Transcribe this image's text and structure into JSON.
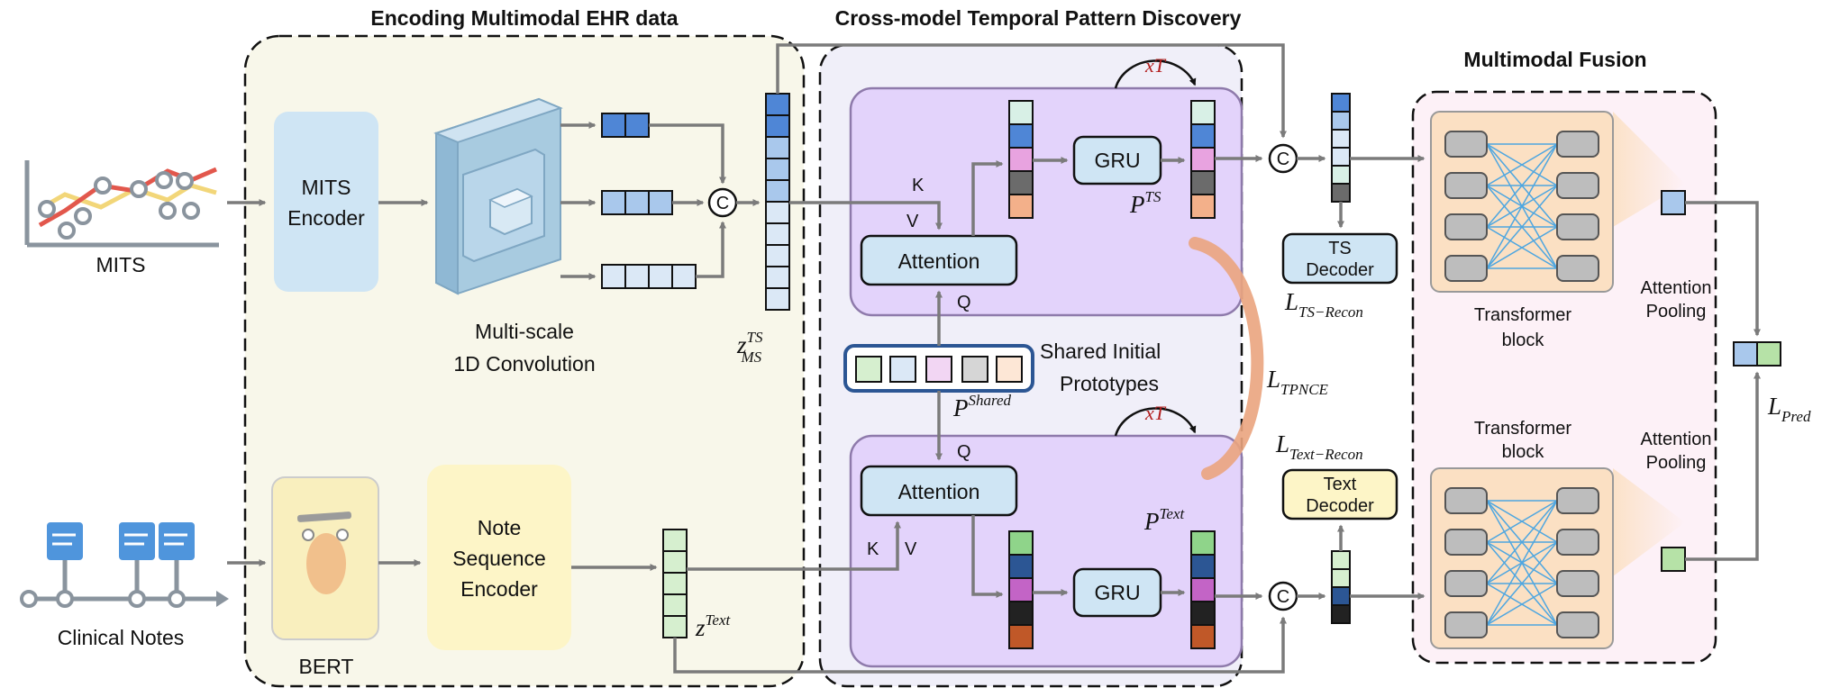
{
  "sections": {
    "encoding": "Encoding Multimodal EHR data",
    "temporal": "Cross-model Temporal Pattern Discovery",
    "fusion": "Multimodal Fusion"
  },
  "inputs": {
    "mits": "MITS",
    "notes": "Clinical Notes"
  },
  "modules": {
    "mits_encoder_l1": "MITS",
    "mits_encoder_l2": "Encoder",
    "conv_l1": "Multi-scale",
    "conv_l2": "1D Convolution",
    "bert": "BERT",
    "note_l1": "Note",
    "note_l2": "Sequence",
    "note_l3": "Encoder",
    "attention": "Attention",
    "gru": "GRU",
    "shared_l1": "Shared Initial",
    "shared_l2": "Prototypes",
    "ts_decoder_l1": "TS",
    "ts_decoder_l2": "Decoder",
    "text_decoder_l1": "Text",
    "text_decoder_l2": "Decoder",
    "transformer_l1": "Transformer",
    "transformer_l2": "block",
    "pool_l1": "Attention",
    "pool_l2": "Pooling"
  },
  "labels": {
    "K": "K",
    "V": "V",
    "Q": "Q",
    "xT": "xT",
    "concat": "C"
  },
  "math": {
    "z": "z",
    "z_ms_sup": "TS",
    "z_ms_sub": "MS",
    "z_text_sup": "Text",
    "P": "P",
    "p_ts_sup": "TS",
    "p_text_sup": "Text",
    "p_shared_sup": "Shared",
    "L": "L",
    "l_ts_recon": "TS−Recon",
    "l_text_recon": "Text−Recon",
    "l_tpnce": "TPNCE",
    "l_pred": "Pred"
  },
  "colors": {
    "encoding_bg": "#f8f7ea",
    "temporal_bg": "#f0eff9",
    "fusion_bg": "#fdf1f7",
    "purple_panel": "#e3d3fb",
    "light_blue_box": "#cfe5f4",
    "note_encoder": "#fdf5c7",
    "transformer_bg": "#fbe0c3",
    "blue": "#4f86d6",
    "light_blue": "#a9c8ec",
    "pale_blue": "#dbe8f6",
    "mint": "#d8f0e6",
    "pink": "#e8a3e0",
    "gray": "#6b6b6b",
    "peach": "#f3b08a",
    "green": "#8fd48a",
    "navy": "#2c5694",
    "magenta": "#c364c6",
    "black": "#222222",
    "rust": "#c05828",
    "pale_green": "#d6efcf",
    "xT_red": "#b32020",
    "tpnce_curve": "#eaa47e"
  }
}
